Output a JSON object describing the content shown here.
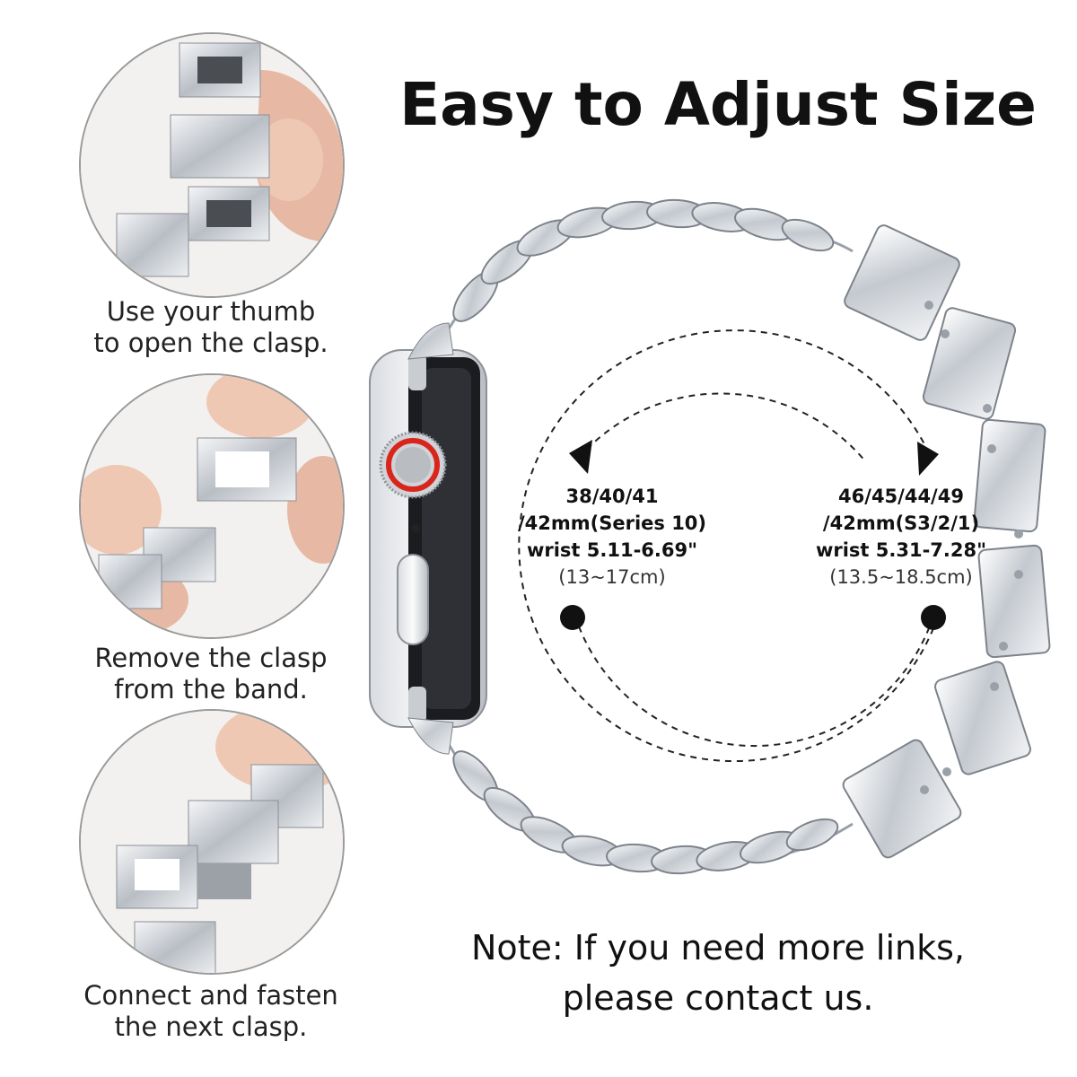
{
  "title": "Easy to Adjust Size",
  "steps": [
    {
      "caption_line1": "Use your thumb",
      "caption_line2": "to open the clasp."
    },
    {
      "caption_line1": "Remove the clasp",
      "caption_line2": "from the band."
    },
    {
      "caption_line1": "Connect and fasten",
      "caption_line2": "the next clasp."
    }
  ],
  "sizes": {
    "small": {
      "line1": "38/40/41",
      "line2": "/42mm(Series 10)",
      "line3": "wrist 5.11-6.69\"",
      "line4": "(13~17cm)"
    },
    "large": {
      "line1": "46/45/44/49",
      "line2": "/42mm(S3/2/1)",
      "line3": "wrist 5.31-7.28\"",
      "line4": "(13.5~18.5cm)"
    }
  },
  "note": {
    "line1": "Note: If you need more links,",
    "line2": "please contact us."
  },
  "colors": {
    "crown_ring": "#d9261c",
    "metal": "#cfd3d8",
    "text": "#111111"
  },
  "icons": [
    "watch-icon",
    "band-icon",
    "clasp-icon",
    "arrow-icon",
    "dot-icon"
  ]
}
